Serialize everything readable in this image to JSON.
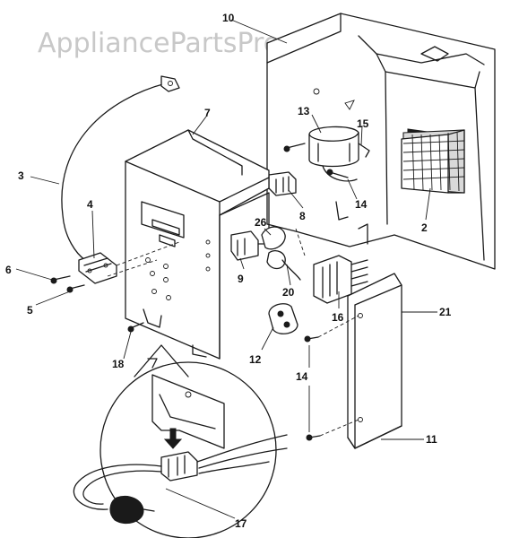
{
  "watermark": "AppliancePartsPros.com",
  "callouts": [
    {
      "id": "2",
      "text": "2"
    },
    {
      "id": "3",
      "text": "3"
    },
    {
      "id": "4",
      "text": "4"
    },
    {
      "id": "5",
      "text": "5"
    },
    {
      "id": "6",
      "text": "6"
    },
    {
      "id": "7",
      "text": "7"
    },
    {
      "id": "8",
      "text": "8"
    },
    {
      "id": "9",
      "text": "9"
    },
    {
      "id": "10",
      "text": "10"
    },
    {
      "id": "11",
      "text": "11"
    },
    {
      "id": "12",
      "text": "12"
    },
    {
      "id": "13",
      "text": "13"
    },
    {
      "id": "14a",
      "text": "14"
    },
    {
      "id": "14b",
      "text": "14"
    },
    {
      "id": "15",
      "text": "15"
    },
    {
      "id": "16",
      "text": "16"
    },
    {
      "id": "17",
      "text": "17"
    },
    {
      "id": "18",
      "text": "18"
    },
    {
      "id": "20",
      "text": "20"
    },
    {
      "id": "21",
      "text": "21"
    },
    {
      "id": "26",
      "text": "26"
    }
  ]
}
